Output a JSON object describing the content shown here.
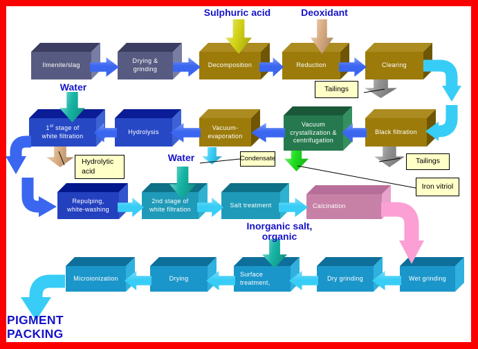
{
  "diagram": {
    "inputs": {
      "sulphuric_acid": "Sulphuric acid",
      "deoxidant": "Deoxidant",
      "water_top": "Water",
      "water_mid": "Water",
      "inorganic": "Inorganic salt,\norganic"
    },
    "output": {
      "pigment_packing": "PIGMENT\nPACKING"
    },
    "boxes": {
      "ilmenite": "Ilmenite/slag",
      "drying_grinding": "Drying &\ngrinding",
      "decomposition": "Decomposition",
      "reduction": "Reduction",
      "clearing": "Clearing",
      "first_stage": {
        "pre": "1",
        "sup": "st",
        "post": " stage of",
        "line2": "white filtration"
      },
      "hydrolysis": "Hydrolysis",
      "vacuum_evaporation": "Vacuum-\nevaporation",
      "vacuum_crystallization": "Vacuum\ncrystallization &\ncentrifugation",
      "black_filtration": "Black filtration",
      "repulping": "Repulping,\nwhite-washing",
      "second_stage": "2nd stage of\nwhite filtration",
      "salt_treatment": "Salt treatment",
      "calcination": "Calcination",
      "microionization": "Microionization",
      "drying": "Drying",
      "surface_treatment": "Surface\ntreatment,",
      "dry_grinding": "Dry grinding",
      "wet_grinding": "Wet grinding"
    },
    "notes": {
      "tailings_top": "Tailings",
      "hydrolytic_acid": "Hydrolytic\nacid",
      "condensate": "Condensate",
      "tailings_mid": "Tailings",
      "iron_vitriol": "Iron vitriol"
    }
  },
  "colors": {
    "frame-red": "#fb0000",
    "label-blue": "#1512c9",
    "note-bg": "#ffffc8",
    "arrow-blue": "#3a66f0",
    "arrow-cyan": "#38cdf6",
    "arrow-pink": "#fb9fd4",
    "arrow-teal": "#16b4a4",
    "arrow-yellow": "#d2d214",
    "arrow-tan": "#d8ab80",
    "arrow-gray": "#909090",
    "arrow-green": "#1ede1e",
    "slate-face": "#575b81",
    "olive-face": "#9c7b0a",
    "blue-face": "#2748c5",
    "green-face": "#26794e",
    "teal-face": "#1f9ab8",
    "pink-face": "#c781a6",
    "cyan-face": "#1b96ca"
  }
}
